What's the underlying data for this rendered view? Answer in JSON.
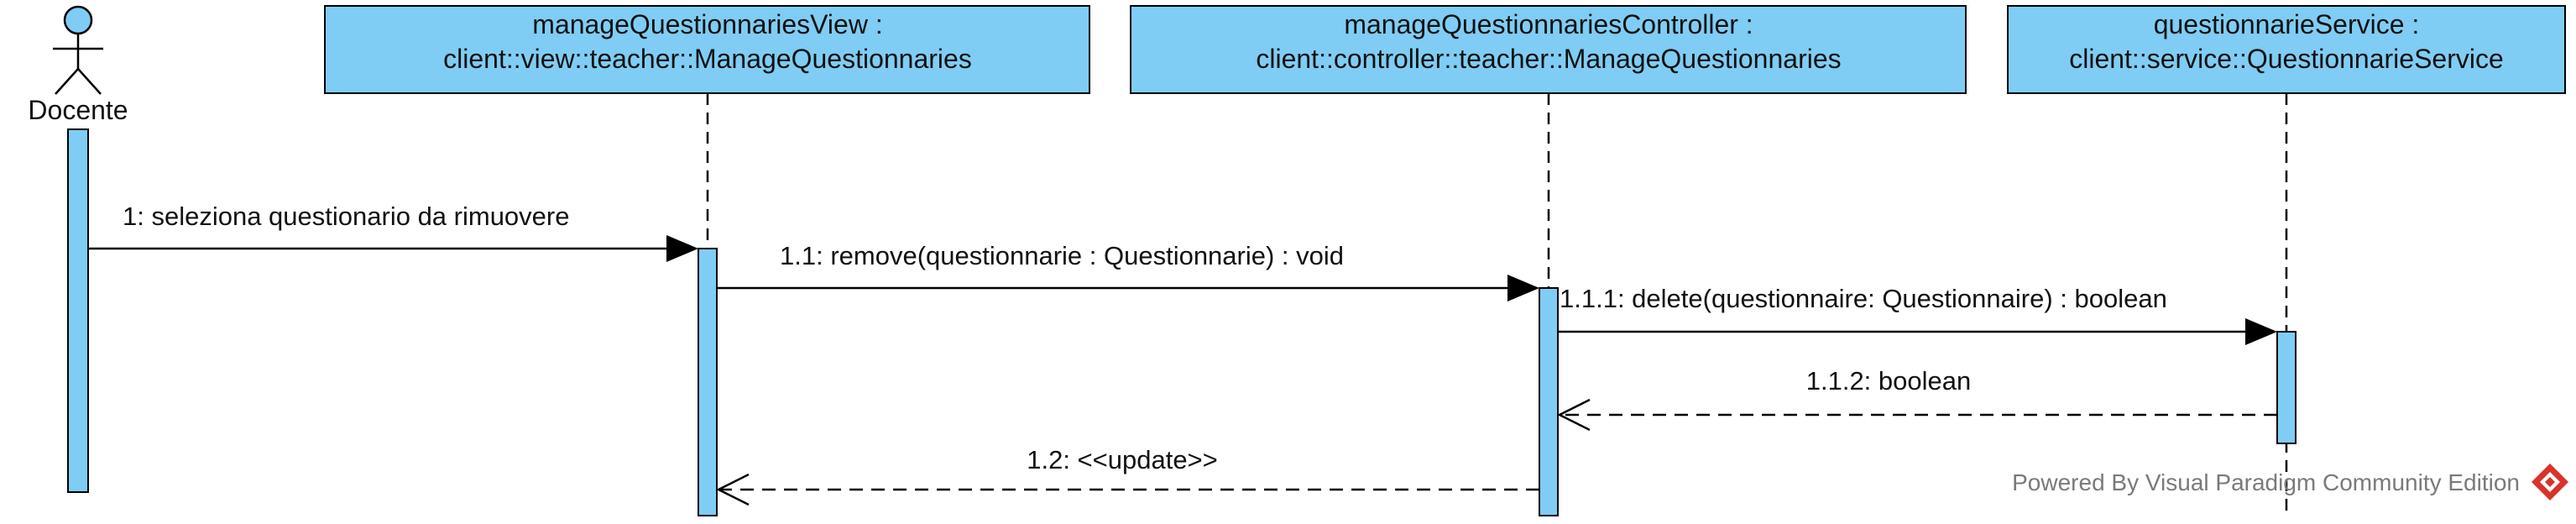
{
  "diagram": {
    "type": "sequence",
    "actor": {
      "name": "Docente"
    },
    "lifelines": [
      {
        "line1": "manageQuestionnariesView :",
        "line2": "client::view::teacher::ManageQuestionnaries"
      },
      {
        "line1": "manageQuestionnariesController :",
        "line2": "client::controller::teacher::ManageQuestionnaries"
      },
      {
        "line1": "questionnarieService :",
        "line2": "client::service::QuestionnarieService"
      }
    ],
    "messages": [
      {
        "label": "1: seleziona questionario da rimuovere",
        "kind": "synchronous",
        "from": "Docente",
        "to": "manageQuestionnariesView"
      },
      {
        "label": "1.1: remove(questionnarie : Questionnarie) : void",
        "kind": "synchronous",
        "from": "manageQuestionnariesView",
        "to": "manageQuestionnariesController"
      },
      {
        "label": "1.1.1: delete(questionnaire: Questionnaire) : boolean",
        "kind": "synchronous",
        "from": "manageQuestionnariesController",
        "to": "questionnarieService"
      },
      {
        "label": "1.1.2: boolean",
        "kind": "return",
        "from": "questionnarieService",
        "to": "manageQuestionnariesController"
      },
      {
        "label": "1.2: <<update>>",
        "kind": "return",
        "from": "manageQuestionnariesController",
        "to": "manageQuestionnariesView"
      }
    ],
    "colors": {
      "box_fill": "#7fcdf4",
      "stroke": "#000000",
      "text": "#111111",
      "watermark_text": "#7a7a7a",
      "logo_red": "#d9332b"
    },
    "watermark": {
      "text": "Powered By Visual Paradigm Community Edition",
      "icon": "visual-paradigm-logo-icon"
    }
  }
}
